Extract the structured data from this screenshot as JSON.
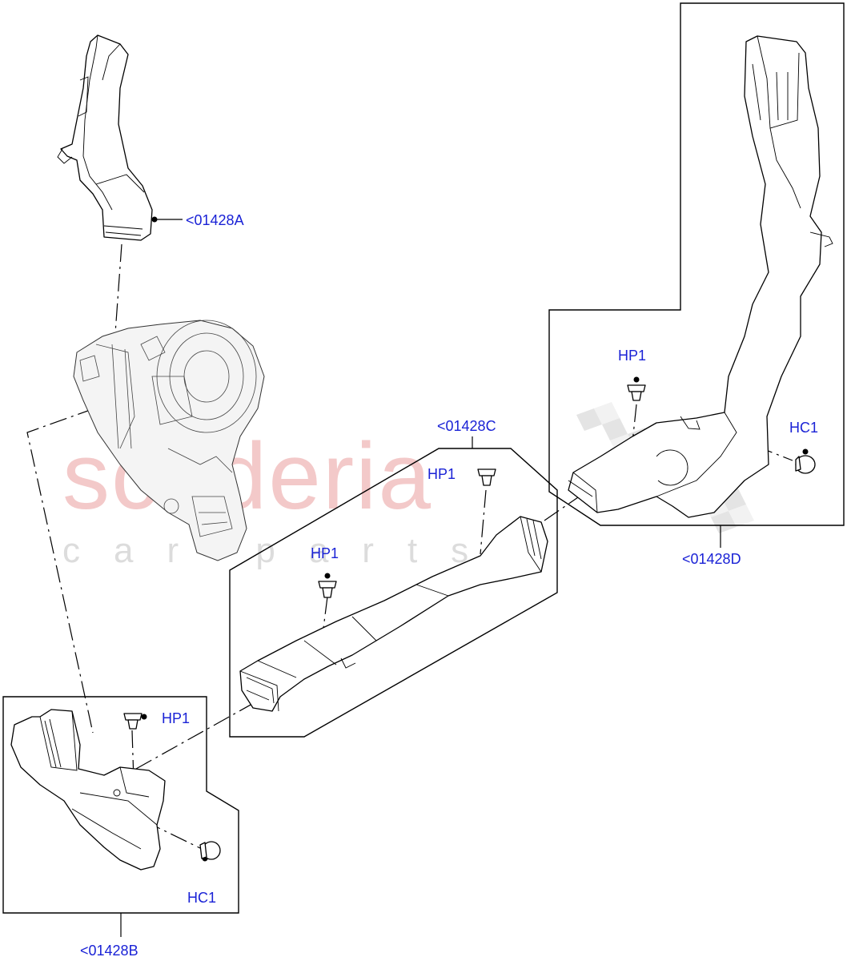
{
  "watermark": {
    "main": "scuderia",
    "sub": "car parts",
    "color": "#f3c9c9"
  },
  "callouts": {
    "a": "<01428A",
    "b": "<01428B",
    "c": "<01428C",
    "d": "<01428D",
    "hp1_upper_right": "HP1",
    "hc1_right": "HC1",
    "hp1_center": "HP1",
    "hp1_left_duct": "HP1",
    "hp1_lower_left": "HP1",
    "hc1_lower_left": "HC1"
  },
  "colors": {
    "callout_text": "#1a22d6",
    "line": "#000000"
  }
}
